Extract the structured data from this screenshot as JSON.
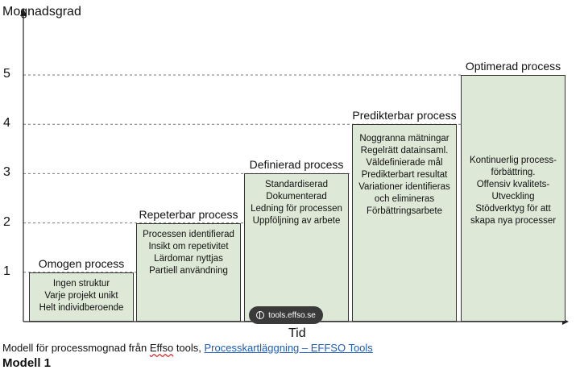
{
  "diagram": {
    "y_axis_title": "Mognadsgrad",
    "x_axis_title": "Tid",
    "levels": [
      "1",
      "2",
      "3",
      "4",
      "5"
    ],
    "steps": [
      {
        "level": 1,
        "title": "Omogen process",
        "lines": [
          "Ingen struktur",
          "Varje projekt unikt",
          "Helt individberoende"
        ]
      },
      {
        "level": 2,
        "title": "Repeterbar process",
        "lines": [
          "Processen identifierad",
          "Insikt om repetivitet",
          "Lärdomar nyttjas",
          "Partiell användning"
        ]
      },
      {
        "level": 3,
        "title": "Definierad process",
        "lines": [
          "Standardiserad",
          "Dokumenterad",
          "Ledning för processen",
          "Uppföljning av arbete"
        ]
      },
      {
        "level": 4,
        "title": "Predikterbar process",
        "lines": [
          "Noggranna mätningar",
          "Regelrätt datainsaml.",
          "Väldefinierade mål",
          "Predikterbart resultat",
          "Variationer identifieras",
          "och elimineras",
          "Förbättringsarbete"
        ]
      },
      {
        "level": 5,
        "title": "Optimerad process",
        "lines": [
          "Kontinuerlig process-",
          "förbättring.",
          "Offensiv kvalitets-",
          "Utveckling",
          "Stödverktyg för att",
          "skapa nya processer"
        ]
      }
    ],
    "watermark": "tools.effso.se",
    "colors": {
      "box_fill": "#dde8d6",
      "link": "#1a5bbf"
    }
  },
  "caption": {
    "prefix": "Modell för processmognad från ",
    "brand": "Effso",
    "middle": " tools, ",
    "link_text": "Processkartläggning – EFFSO Tools"
  },
  "heading": "Modell 1"
}
